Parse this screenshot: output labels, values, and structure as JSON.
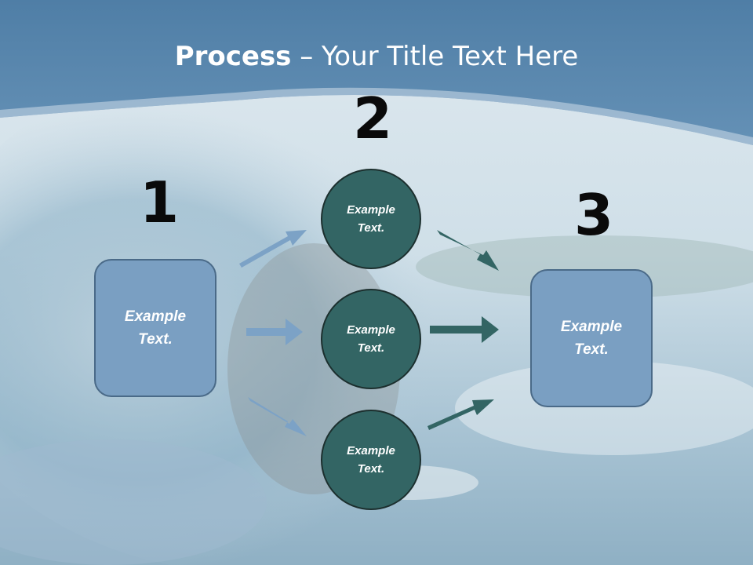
{
  "title": {
    "bold": "Process",
    "rest": " – Your Title Text Here"
  },
  "steps": [
    {
      "number": "1",
      "box_text": "Example Text."
    },
    {
      "number": "2",
      "circles": [
        "Example Text.",
        "Example Text.",
        "Example Text."
      ]
    },
    {
      "number": "3",
      "box_text": "Example Text."
    }
  ],
  "colors": {
    "header": "#5b87ae",
    "box_fill": "#7a9fc2",
    "circle_fill": "#336564",
    "arrow_left": "#7ca2c6",
    "arrow_right": "#336564"
  }
}
